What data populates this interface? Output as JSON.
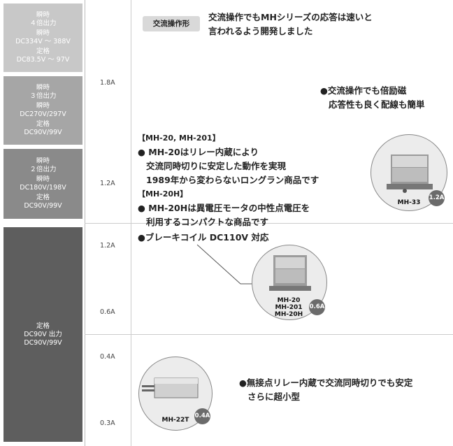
{
  "left_column": [
    {
      "mode_momentary": "瞬時",
      "output": "４倍出力",
      "momentary_label": "瞬時",
      "momentary_range": "DC334V ～ 388V",
      "rated_label": "定格",
      "rated_range": "DC83.5V ～ 97V",
      "bg": "#c8c8c8"
    },
    {
      "mode_momentary": "瞬時",
      "output": "３倍出力",
      "momentary_label": "瞬時",
      "momentary_range": "DC270V/297V",
      "rated_label": "定格",
      "rated_range": "DC90V/99V",
      "bg": "#a6a6a6"
    },
    {
      "mode_momentary": "瞬時",
      "output": "２倍出力",
      "momentary_label": "瞬時",
      "momentary_range": "DC180V/198V",
      "rated_label": "定格",
      "rated_range": "DC90V/99V",
      "bg": "#8a8a8a"
    },
    {
      "rated_label": "定格",
      "output": "DC90V 出力",
      "rated_range": "DC90V/99V",
      "bg": "#5e5e5e"
    }
  ],
  "currents": [
    "1.8A",
    "1.2A",
    "1.2A",
    "0.6A",
    "0.4A",
    "0.3A"
  ],
  "top_tag": "交流操作形",
  "top_text_line1": "交流操作でもMHシリーズの応答は速いと",
  "top_text_line2": "言われるよう開発しました",
  "mh33_note_line1": "●交流操作でも倍励磁",
  "mh33_note_line2": "応答性も良く配線も簡単",
  "mh33_model": "MH-33",
  "mh33_badge": "1.2A",
  "mh20_201_heading": "【MH-20, MH-201】",
  "mh20_201_line1": "● MH-20はリレー内蔵により",
  "mh20_201_line2": "交流同時切りに安定した動作を実現",
  "mh20_201_line3": "1989年から変わらないロングラン商品です",
  "mh20h_heading": "【MH-20H】",
  "mh20h_line1": "● MH-20Hは異電圧モータの中性点電圧を",
  "mh20h_line2": "利用するコンパクトな商品です",
  "brake_note": "●ブレーキコイル DC110V 対応",
  "mh20_models": [
    "MH-20",
    "MH-201",
    "MH-20H"
  ],
  "mh20_badge": "0.6A",
  "mh22t_note_line1": "●無接点リレー内蔵で交流同時切りでも安定",
  "mh22t_note_line2": "さらに超小型",
  "mh22t_model": "MH-22T",
  "mh22t_badge": "0.4A"
}
